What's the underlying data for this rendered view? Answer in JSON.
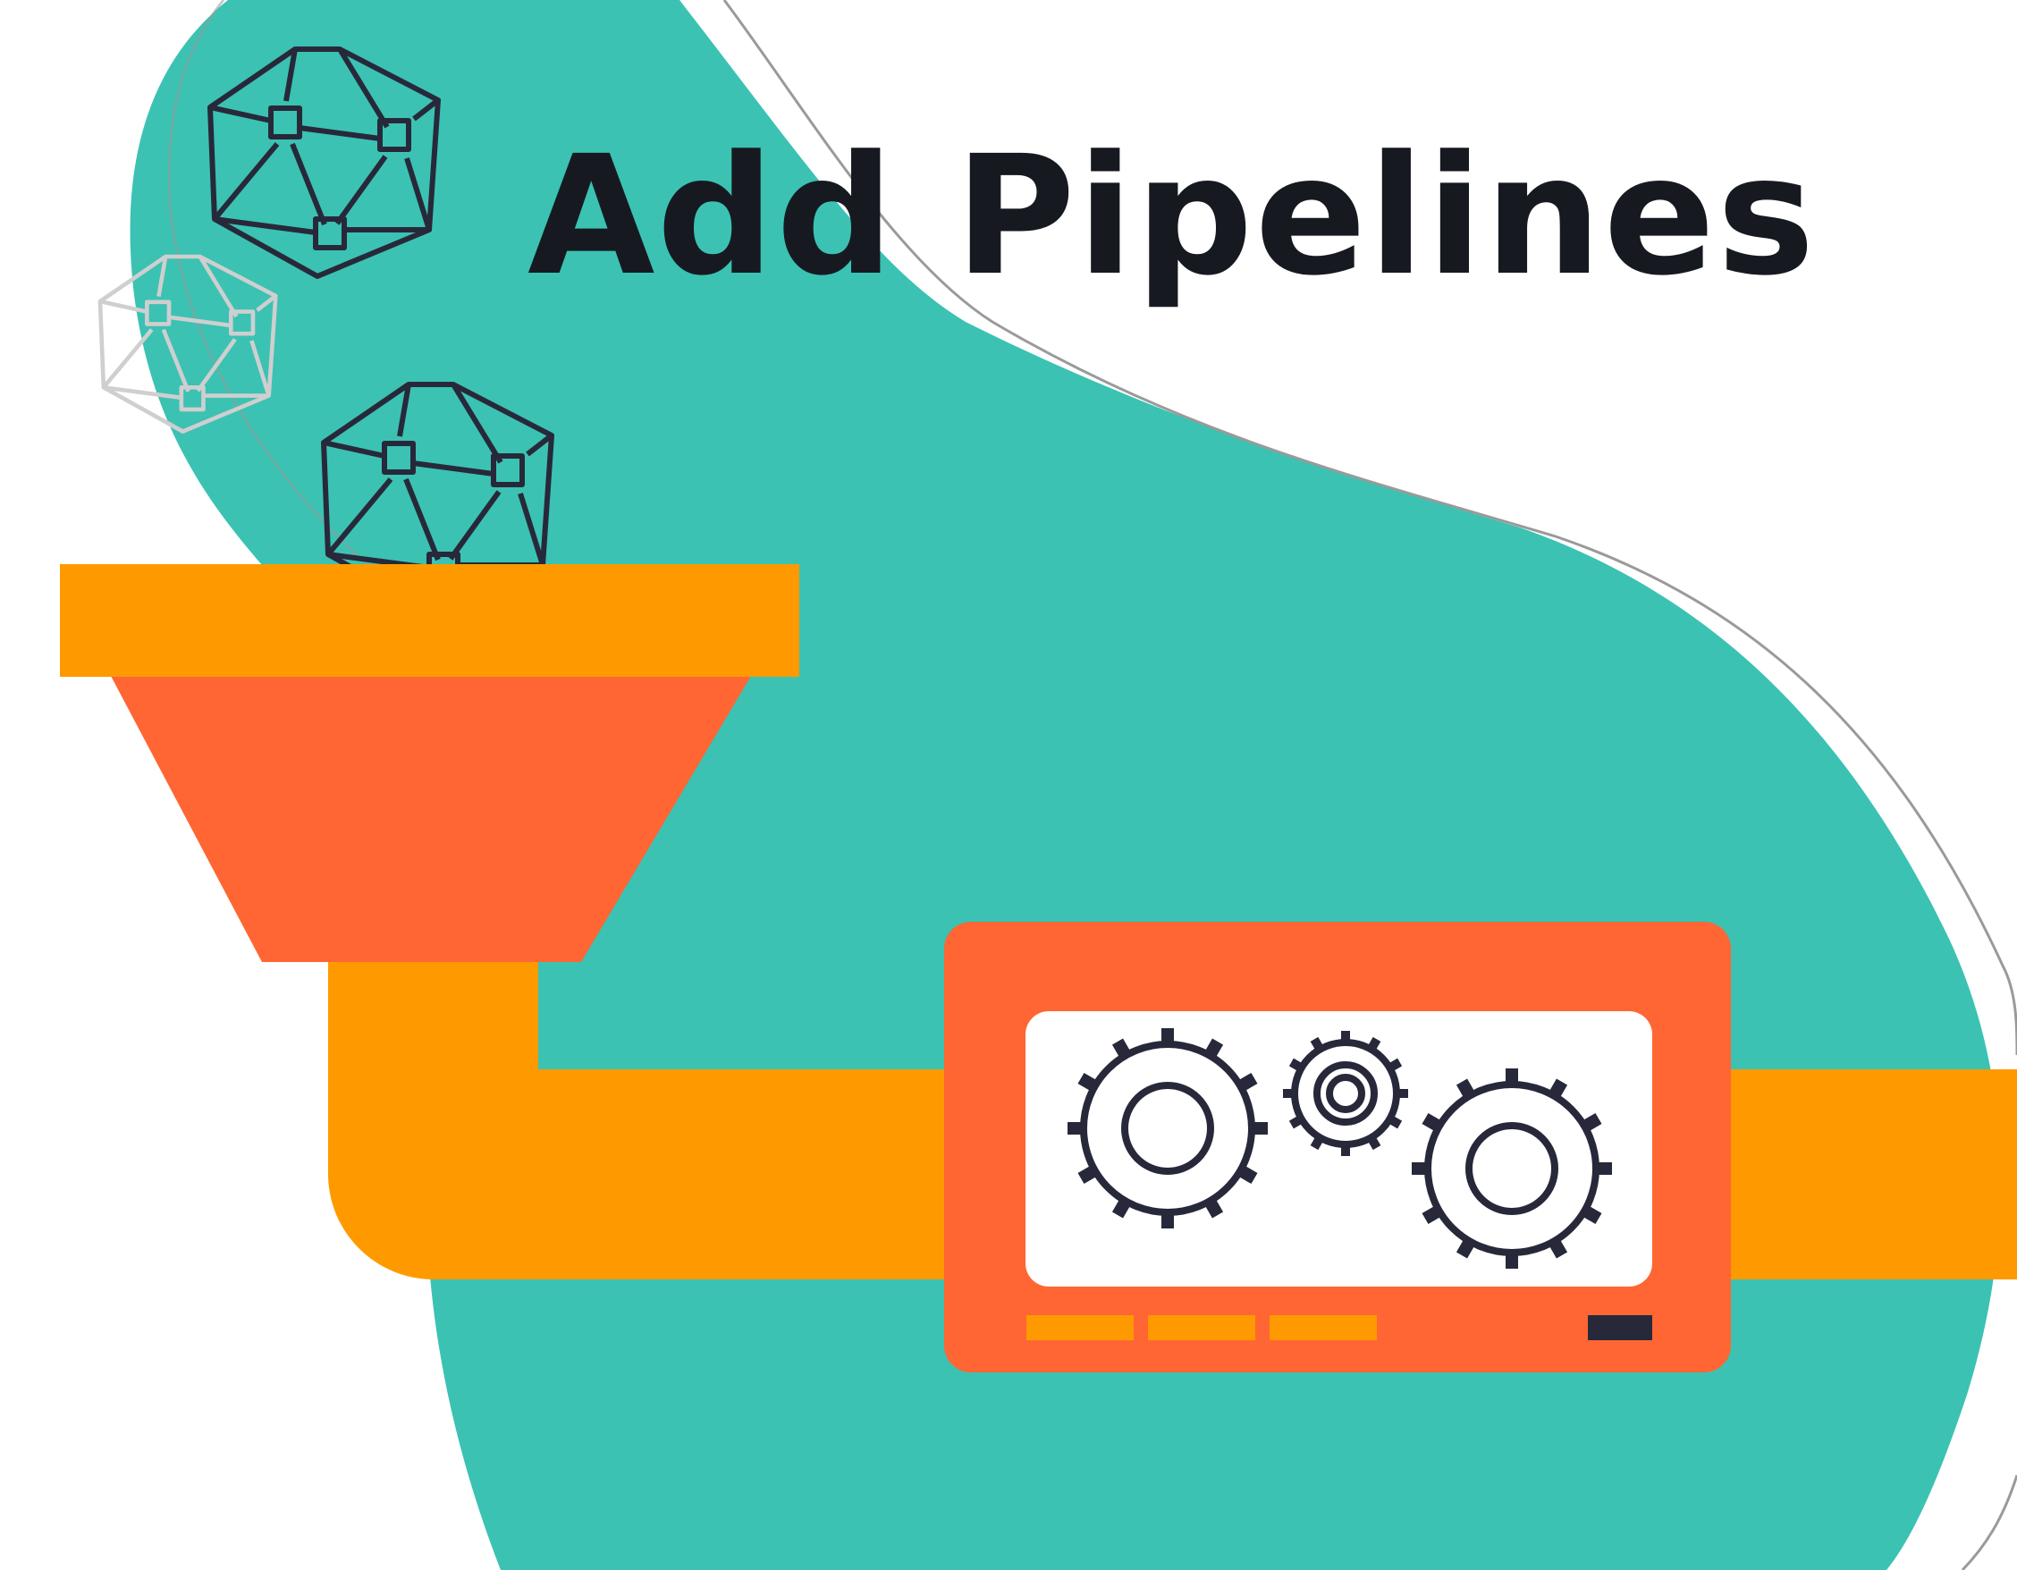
{
  "title": "Add Pipelines",
  "colors": {
    "background": "#ffffff",
    "teal_blob": "#3bc2b3",
    "outline_gray": "#9a9a9a",
    "pipe_orange": "#fe9a00",
    "funnel_red": "#ff6633",
    "machine_red": "#ff6633",
    "screen_white": "#ffffff",
    "dark_navy": "#27293a",
    "title_text": "#161a20",
    "faded_gray": "#cfcfcf"
  },
  "illustration": {
    "icons": [
      "network-polyhedron-icon",
      "network-polyhedron-icon",
      "network-polyhedron-icon",
      "funnel-icon",
      "pipe-icon",
      "machine-icon",
      "gear-icon",
      "gear-icon",
      "gear-icon"
    ],
    "machine_indicator_bars": 3,
    "machine_status_light": 1,
    "gear_count": 3
  }
}
